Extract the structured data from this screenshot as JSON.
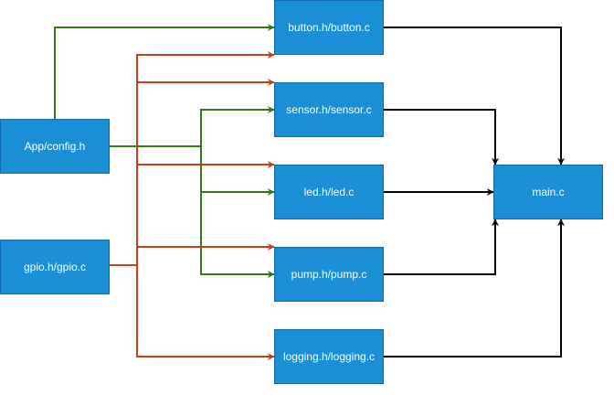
{
  "colors": {
    "node_fill": "#1a8fd6",
    "node_stroke": "#0e6aa8",
    "text": "#ffffff",
    "config_edge": "#2f7d12",
    "gpio_edge": "#c8401a",
    "main_edge": "#000000"
  },
  "nodes": {
    "config": "App/config.h",
    "gpio": "gpio.h/gpio.c",
    "button": "button.h/button.c",
    "sensor": "sensor.h/sensor.c",
    "led": "led.h/led.c",
    "pump": "pump.h/pump.c",
    "logging": "logging.h/logging.c",
    "main": "main.c"
  },
  "edges": [
    {
      "from": "config",
      "to": "button",
      "color_key": "config_edge"
    },
    {
      "from": "config",
      "to": "sensor",
      "color_key": "config_edge"
    },
    {
      "from": "config",
      "to": "led",
      "color_key": "config_edge"
    },
    {
      "from": "config",
      "to": "pump",
      "color_key": "config_edge"
    },
    {
      "from": "gpio",
      "to": "button",
      "color_key": "gpio_edge"
    },
    {
      "from": "gpio",
      "to": "sensor",
      "color_key": "gpio_edge"
    },
    {
      "from": "gpio",
      "to": "led",
      "color_key": "gpio_edge"
    },
    {
      "from": "gpio",
      "to": "pump",
      "color_key": "gpio_edge"
    },
    {
      "from": "gpio",
      "to": "logging",
      "color_key": "gpio_edge"
    },
    {
      "from": "button",
      "to": "main",
      "color_key": "main_edge"
    },
    {
      "from": "sensor",
      "to": "main",
      "color_key": "main_edge"
    },
    {
      "from": "led",
      "to": "main",
      "color_key": "main_edge"
    },
    {
      "from": "pump",
      "to": "main",
      "color_key": "main_edge"
    },
    {
      "from": "logging",
      "to": "main",
      "color_key": "main_edge"
    }
  ]
}
